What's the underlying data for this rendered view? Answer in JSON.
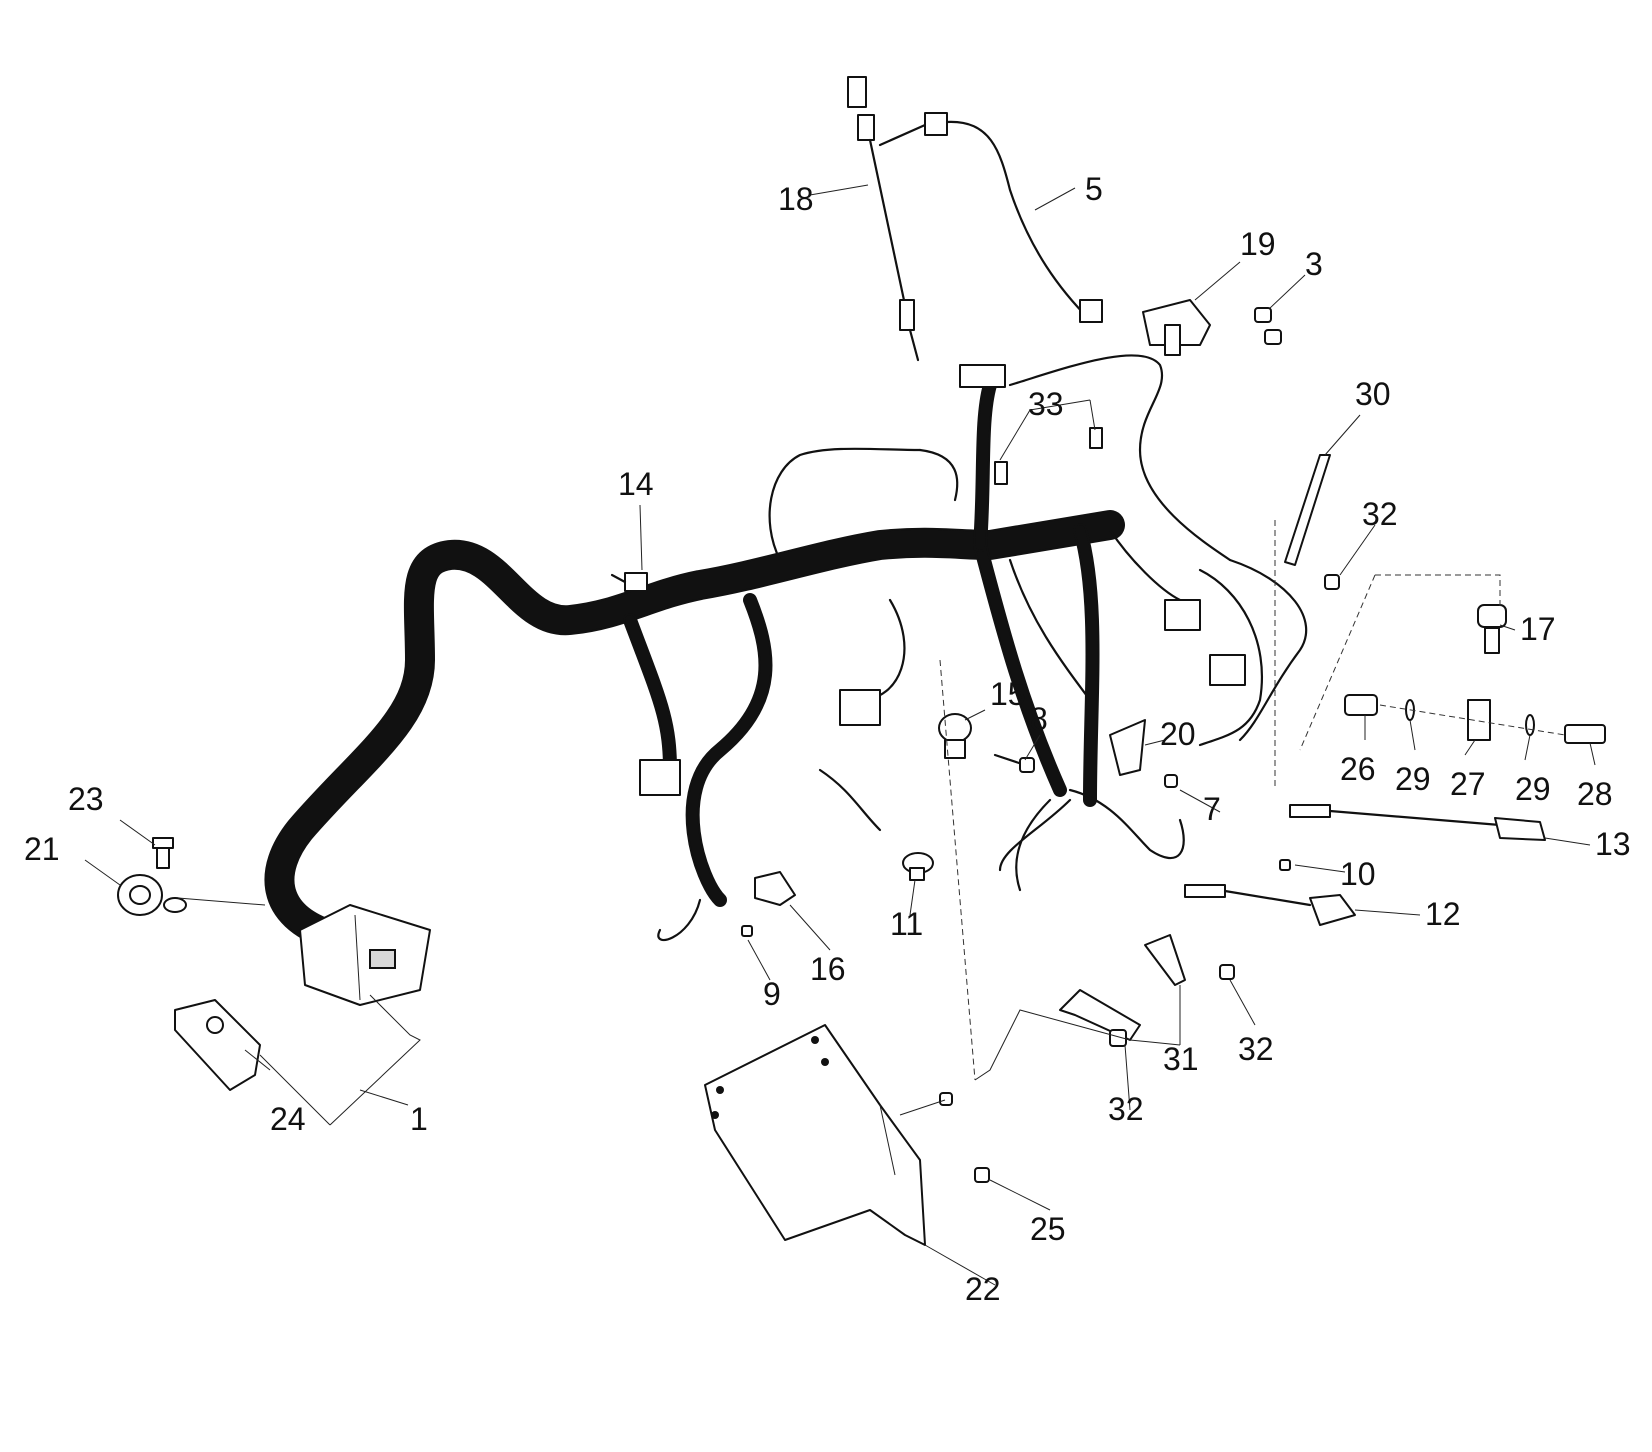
{
  "callouts": [
    {
      "id": "c1",
      "text": "1"
    },
    {
      "id": "c3",
      "text": "3"
    },
    {
      "id": "c5",
      "text": "5"
    },
    {
      "id": "c7",
      "text": "7"
    },
    {
      "id": "c8",
      "text": "8"
    },
    {
      "id": "c9",
      "text": "9"
    },
    {
      "id": "c10",
      "text": "10"
    },
    {
      "id": "c11",
      "text": "11"
    },
    {
      "id": "c12",
      "text": "12"
    },
    {
      "id": "c13",
      "text": "13"
    },
    {
      "id": "c14",
      "text": "14"
    },
    {
      "id": "c15",
      "text": "15"
    },
    {
      "id": "c16",
      "text": "16"
    },
    {
      "id": "c17",
      "text": "17"
    },
    {
      "id": "c18",
      "text": "18"
    },
    {
      "id": "c19",
      "text": "19"
    },
    {
      "id": "c20",
      "text": "20"
    },
    {
      "id": "c21",
      "text": "21"
    },
    {
      "id": "c22",
      "text": "22"
    },
    {
      "id": "c23",
      "text": "23"
    },
    {
      "id": "c24",
      "text": "24"
    },
    {
      "id": "c25",
      "text": "25"
    },
    {
      "id": "c26",
      "text": "26"
    },
    {
      "id": "c27",
      "text": "27"
    },
    {
      "id": "c28",
      "text": "28"
    },
    {
      "id": "c29a",
      "text": "29"
    },
    {
      "id": "c29b",
      "text": "29"
    },
    {
      "id": "c30",
      "text": "30"
    },
    {
      "id": "c31",
      "text": "31"
    },
    {
      "id": "c32a",
      "text": "32"
    },
    {
      "id": "c32b",
      "text": "32"
    },
    {
      "id": "c32c",
      "text": "32"
    },
    {
      "id": "c33",
      "text": "33"
    }
  ]
}
